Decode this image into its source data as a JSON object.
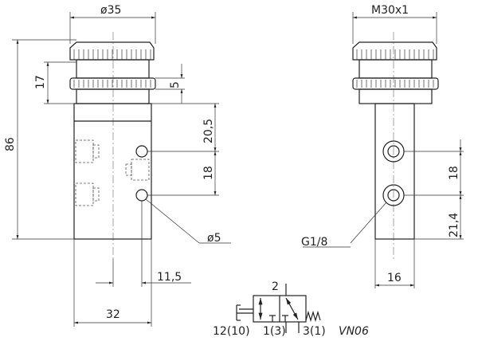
{
  "drawing": {
    "front_view": {
      "diameter": "ø35",
      "total_height": "86",
      "knob_height": "17",
      "ring_width": "5",
      "port_offset_top": "20,5",
      "port_spacing": "18",
      "hole_diameter": "ø5",
      "port_offset_center": "11,5",
      "body_width": "32"
    },
    "side_view": {
      "thread": "M30x1",
      "port_spacing": "18",
      "port_offset_bottom": "21,4",
      "port_thread": "G1/8",
      "body_width": "16"
    },
    "symbol": {
      "port_2": "2",
      "port_12": "12(10)",
      "port_1": "1(3)",
      "port_3": "3(1)",
      "model": "VN06"
    }
  }
}
